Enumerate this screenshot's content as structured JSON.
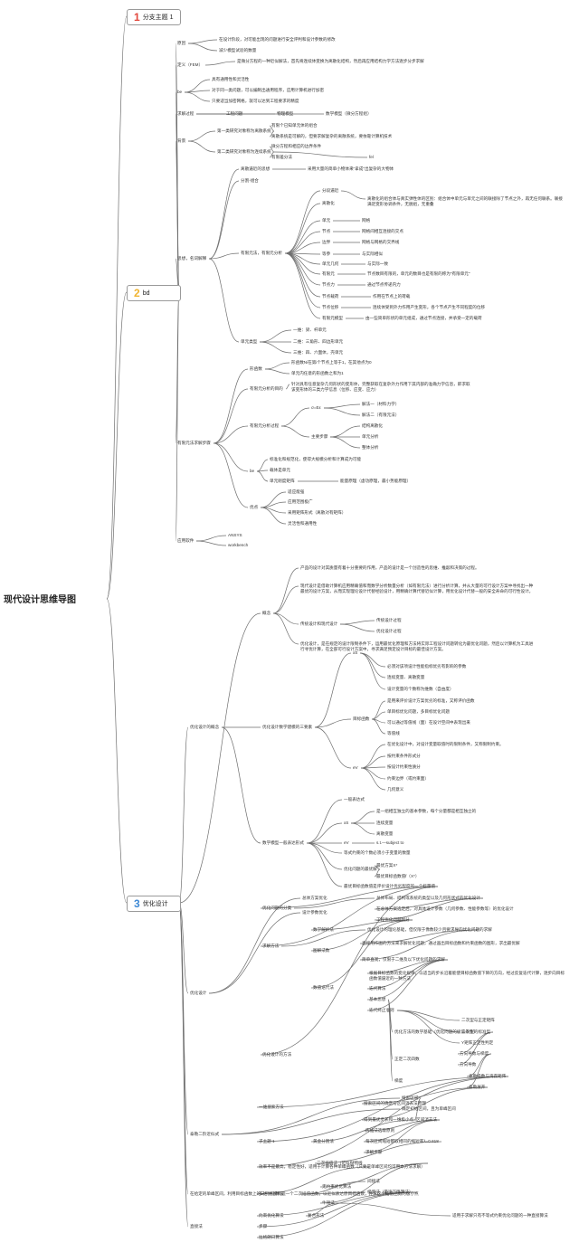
{
  "root": "现代设计思维导图",
  "branches": [
    {
      "num": "1",
      "title": "分支主题 1",
      "num_color": "#e2473c"
    },
    {
      "num": "2",
      "title": "bd",
      "num_color": "#f0b430"
    },
    {
      "num": "3",
      "title": "优化设计",
      "num_color": "#3f8ad6"
    }
  ],
  "nodes": [
    "原因",
    "在设计阶段，对可能出现的问题进行安全评判和设计参数的修改",
    "减少模型试验的数量",
    "定义（FEM）",
    "是微分方程的一种近似解法，首先将连续体变换为离散化结构，然后再应用结构力学方法逐步分步求解",
    "be",
    "具有通用性和灵活性",
    "对于同一类问题，可以编制出通用程序，应用计算机进行加密",
    "只要适当加密网格，就可以达到工程要求的精度",
    "求解过程",
    "工程问题",
    "物理模型",
    "数学模型（微分方程组）",
    "背景",
    "第一类研究对象称为离散系统",
    "有限个已知单元体的组合",
    "离散系统是可解的，但要求解复杂的离散系统，要依靠计算机技术",
    "第二类研究对象称为连续系统",
    "微分方程和相应的边界条件",
    "有限差分法",
    "fel",
    "思想，名词解释",
    "离散逼近的思想",
    "采用大量的简单小物体来\"拿成\"出复杂的大物体",
    "分割-组合",
    "有限元法，有限元分析",
    "分段逼近",
    "离散化",
    "离散化的组合体与真实弹性体的区别：组合体中单元与单元之间的联接除了节点之外，再无任何联系。联接满足变形协调条件，无脱组，无重叠",
    "单元",
    "网格",
    "节点",
    "网格间相互连接的交点",
    "边界",
    "网格与网格的交界线",
    "等参",
    "与实际相似",
    "单元几何",
    "与实际一致",
    "有限元",
    "节点数目有限的，单元的数目也是有限的称为\"有限单元\"",
    "节点力",
    "通过节点传递内力",
    "节点载荷",
    "作用在节点上的荷载",
    "节点位移",
    "连续体受到外力作用产生变形，各个节点产生不同程度的位移",
    "有限元模型",
    "由一些简单形状的单元组成，通过节点连接，并承受一定的载荷",
    "单元类型",
    "一维：梁、杆单元",
    "二维：三角形、四边形单元",
    "三维：四、六面体，壳单元",
    "有限元法求解步骤",
    "形函数",
    "形函数Ni在第i个节点上等于1，在其他点为0",
    "单元内任意的形函数之和为1",
    "有限元分析的目的",
    "针对具有任意复杂几何形状的变形体，完整获取在复杂外力作用下其内部的准确力学信息，即求取该变形体的三类力学信息（位移、应变、应力）",
    "有限元分析过程",
    "σ=Eε",
    "解法一（材料力学）",
    "解法二（有限元法）",
    "主要步骤",
    "结构离散化",
    "单元分析",
    "整体分析",
    "be",
    "标准化和规范化，使得大规模分析和计算成为可能",
    "载体是单元",
    "单元刚度矩阵",
    "能量原理（虚功原理，最小势能原理）",
    "优点",
    "适应能强",
    "应用范围极广",
    "采用矩阵形式（离散对有矩阵）",
    "灵活性和通用性",
    "应用软件",
    "ANSYS",
    "workbench",
    "概念",
    "产品的设计对其质量有着十分重要的作用，产品的设计是一个创造性的思维、推敲和决策的过程。",
    "现代设计是借助计算机应用精确值和而数学分析数量分析（如有限元法）进行分析计算，并从大量的可行设计方案中寻找出一种最优的设计方案，从而实现理论设计代替经验设计，用精确计算代替近似计算，用优化设计代替一般的安全寿命的可行性设计。",
    "传统设计和现代设计",
    "传统设计过程",
    "优化设计过程",
    "优化设计，是在规定的设计限制条件下，运用最优化原理和方法将实际工程设计问题转化为最优化问题，然后以计算机为工具进行寻优计算，在全部可行设计方案中，寻求满足预定设计目标的最佳设计方案。",
    "优化设计的概念",
    "优化设计数学建模的三要素",
    "xS",
    "必须对该项设计性能指标优劣有影响的参数",
    "连续变量、离散变量",
    "设计变量的个数称为维数（自由度）",
    "目标函数",
    "是用来评价设计方案优劣的标准，又称评价函数",
    "单目标优化问题，多目标优化问题",
    "可以通过等值线（面）在设计空间中表现出来",
    "等值线",
    "eV",
    "在优化设计中，对设计变量取值时的限制条件，又称限制约束。",
    "按约束条件形式分",
    "按设计约束性质分",
    "约束边界（或约束面）",
    "几何意义",
    "数学模型一般表达形式",
    "一般表达式",
    "xS",
    "是一组相互独立的基本参数，每个分量都是相互独立的",
    "连续变量",
    "离散变量",
    "eV",
    "s.t.—subject to",
    "等式约束的个数必须小于变量的数量",
    "优化问题的最优解",
    "最优方案X*",
    "最优目标函数值f（X*）",
    "最优目标函数值是评价设计优劣程度的一个标量值",
    "优化设计",
    "优化问题的分类",
    "总体方案优化",
    "总体布局、结构或系统的类型以及几何形状式的优化设计",
    "设计参数优化",
    "在总体方案选定后，对具体设计参数（几何参数、性能参数等）的优化设计",
    "工程优化问题划分",
    "求解方法",
    "数学解析法",
    "优化设计的理论基础，但仅限于像数较少且要求导的优化问题的求解",
    "图解法数",
    "直接用作图的方法来求解优化问题，通过画出目标函数和约束函数的图形，求出最优解",
    "简单直观，仅限于二维及以下优化问题的求解",
    "数值迭代法",
    "根据目标函数的变化规律，以适当的步长沿着能使目标函数值下降的方向，经过反复迭代计算，逐步向目标函数值逼近的一种方法",
    "迭代算法",
    "基本思想",
    "迭代终止准则",
    "优化设计的方法",
    "优化方法的数学基础（优化问题的极值条件）",
    "二次型与正定矩阵",
    "二次型的标准型",
    "Y矩阵正定性判定",
    "正定二次四数",
    "方向导数与梯度",
    "方向导数",
    "梯度",
    "泰勒级数与海森矩阵",
    "泰勒展开",
    "泰勒二阶近似式",
    "一维搜索方法",
    "搜索区间的确定与区间消去法原理",
    "搜索区间",
    "确定初始区间，且为单峰区间",
    "得到最优步长和一维极小点",
    "区间消去法",
    "子主题 1",
    "黄金分割法",
    "内插法选取原则",
    "每次区间缩短都取相同的缩短率λ=0.618",
    "求解步骤",
    "效率不是最高，稳定性好，适用于计算各种单峰函数（只要是单峰区间均可用本方法求解）",
    "二次插值法（近似抛物线",
    "在给定的单峰区间，利用目标函数上的三个点来构造一个二次插值函数，以近似表达原目标函数，并求这个插值函数的极小点",
    "多维优化算法",
    "无约束优化算法",
    "间接法",
    "梯度法（最速下降算法）",
    "牛顿法",
    "直接法",
    "约束优化算法",
    "复合形法",
    "适用于求解只有不等式约束优化问题的一种直接算法",
    "步骤",
    "拉格朗日算法",
    "惩罚函数法"
  ]
}
